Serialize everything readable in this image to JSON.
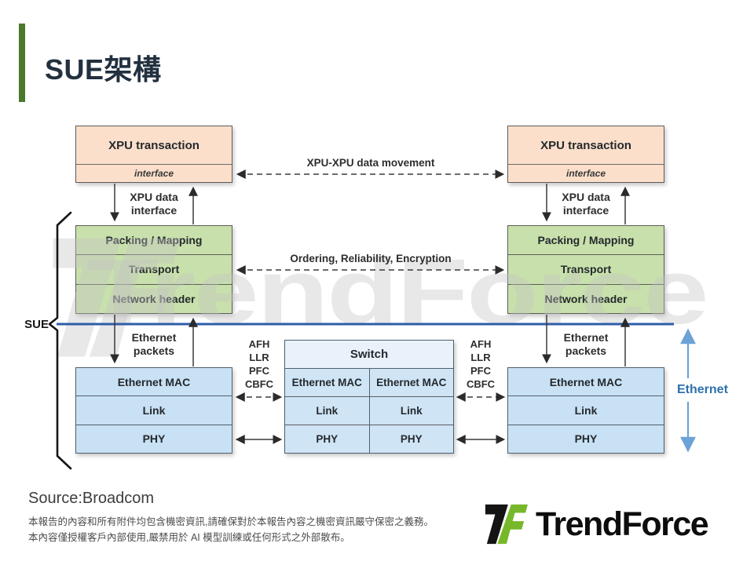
{
  "title": "SUE架構",
  "diagram": {
    "sue_label": "SUE",
    "ethernet_label": "Ethernet",
    "watermark": "TrendForce",
    "xpu_box": {
      "title": "XPU transaction",
      "interface": "interface"
    },
    "labels": {
      "xpu_data_1": "XPU data",
      "xpu_data_2": "interface",
      "xpu_movement": "XPU-XPU data movement",
      "ordering": "Ordering, Reliability, Encryption",
      "eth_packets_1": "Ethernet",
      "eth_packets_2": "packets",
      "protocols": [
        "AFH",
        "LLR",
        "PFC",
        "CBFC"
      ]
    },
    "sue_layers": [
      "Packing / Mapping",
      "Transport",
      "Network header"
    ],
    "eth_layers": [
      "Ethernet MAC",
      "Link",
      "PHY"
    ],
    "switch": {
      "title": "Switch"
    }
  },
  "footer": {
    "source": "Source:Broadcom",
    "disclaimer_line1": "本報告的內容和所有附件均包含機密資訊,請確保對於本報告內容之機密資訊嚴守保密之義務。",
    "disclaimer_line2": "本內容僅授權客戶內部使用,嚴禁用於 AI 模型訓練或任何形式之外部散布。",
    "logo_text": "TrendForce"
  },
  "colors": {
    "accent_green": "#4a7a2c",
    "logo_green": "#76b82a",
    "xpu_fill": "#fbdfca",
    "layer_fill": "#c8e0ab",
    "eth_fill": "#c9e1f4",
    "sue_line_blue": "#2f5da8",
    "ethernet_blue": "#2d71ad"
  }
}
